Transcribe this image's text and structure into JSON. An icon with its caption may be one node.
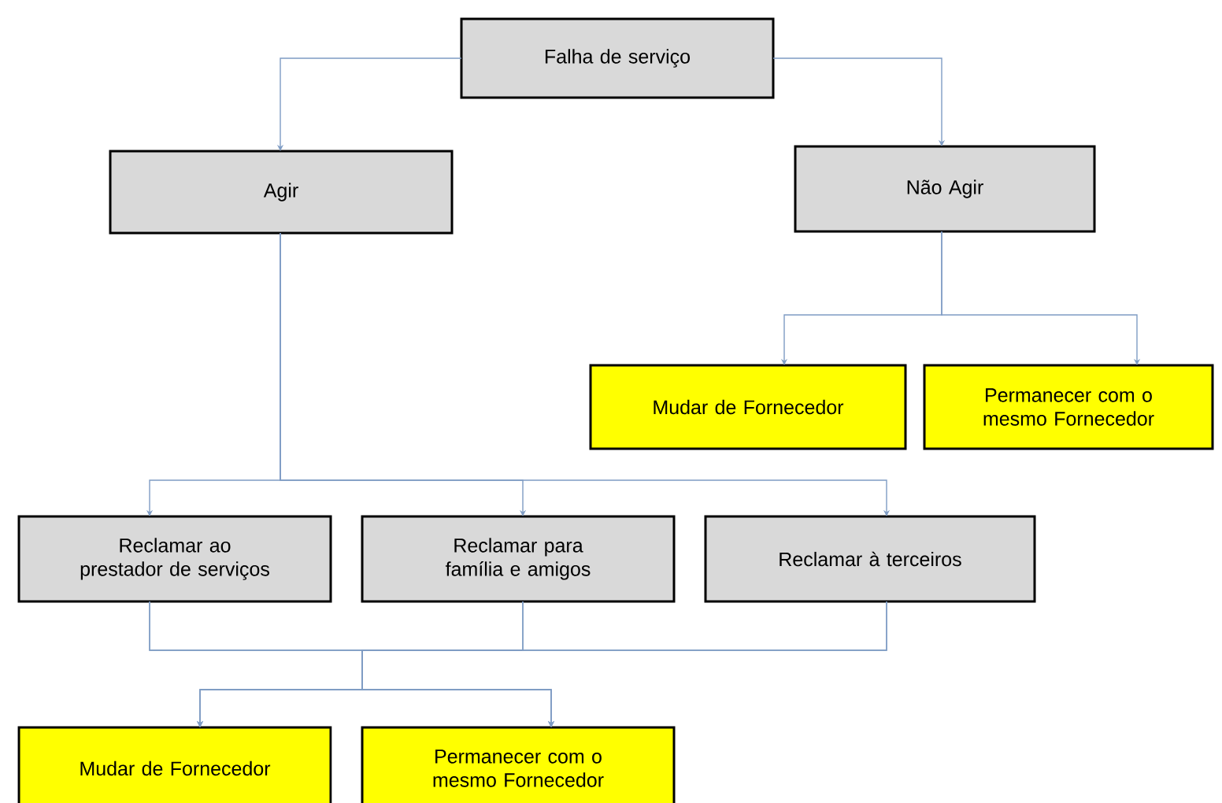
{
  "diagram": {
    "nodes": [
      {
        "text": [
          "Falha de serviço"
        ]
      },
      {
        "text": [
          "Agir"
        ]
      },
      {
        "text": [
          "Não Agir"
        ]
      },
      {
        "text": [
          "Mudar de Fornecedor"
        ]
      },
      {
        "text": [
          "Permanecer com o mesmo Fornecedor"
        ]
      },
      {
        "text": [
          "Reclamar ao prestador de serviços"
        ]
      },
      {
        "text": [
          "Reclamar para família e amigos"
        ]
      },
      {
        "text": [
          "Reclamar à terceiros"
        ]
      },
      {
        "text": [
          "Mudar de Fornecedor"
        ]
      },
      {
        "text": [
          "Permanecer com o mesmo Fornecedor"
        ]
      }
    ],
    "edges": [
      {
        "from": 0,
        "to": 1,
        "arrow": "to"
      },
      {
        "from": 0,
        "to": 2,
        "arrow": "to"
      },
      {
        "from": 2,
        "to": 3,
        "arrow": "to"
      },
      {
        "from": 2,
        "to": 4,
        "arrow": "to"
      },
      {
        "from": 1,
        "to": 5,
        "arrow": "to"
      },
      {
        "from": 1,
        "to": 6,
        "arrow": "to"
      },
      {
        "from": 1,
        "to": 7,
        "arrow": "to"
      },
      {
        "from": 5,
        "to": 8,
        "arrow": "to"
      },
      {
        "from": 5,
        "to": 9,
        "arrow": "to"
      },
      {
        "from": 6,
        "to": 8,
        "arrow": "to"
      },
      {
        "from": 6,
        "to": 9,
        "arrow": "to"
      },
      {
        "from": 7,
        "to": 8,
        "arrow": "to"
      },
      {
        "from": 7,
        "to": 9,
        "arrow": "to"
      }
    ]
  }
}
